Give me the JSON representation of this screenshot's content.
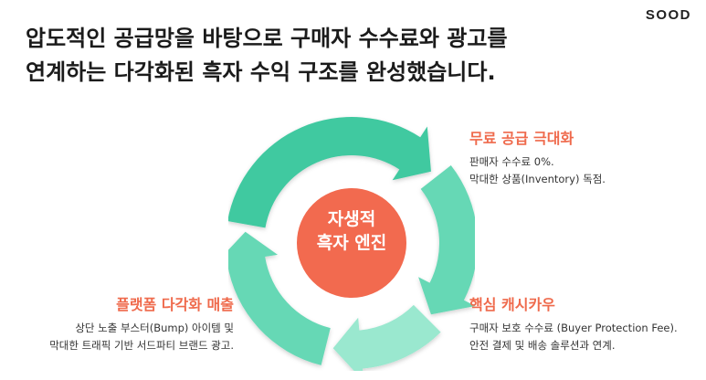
{
  "brand": "SOOD",
  "headline": {
    "line1": "압도적인 공급망을 바탕으로 구매자 수수료와 광고를",
    "line2": "연계하는 다각화된 흑자 수익 구조를 완성했습니다."
  },
  "hub": {
    "line1": "자생적",
    "line2": "흑자 엔진"
  },
  "callouts": {
    "top_right": {
      "title": "무료 공급 극대화",
      "line1": "판매자 수수료 0%.",
      "line2": "막대한 상품(Inventory) 독점."
    },
    "bottom_right": {
      "title": "핵심 캐시카우",
      "line1": "구매자 보호 수수료 (Buyer Protection Fee).",
      "line2": "안전 결제 및 배송 솔루션과 연계."
    },
    "bottom_left": {
      "title": "플랫폼 다각화 매출",
      "line1": "상단 노출 부스터(Bump) 아이템 및",
      "line2": "막대한 트래픽 기반 서드파티 브랜드 광고."
    }
  },
  "colors": {
    "hub": "#f26a4f",
    "arrow_dark": "#3fc9a0",
    "arrow_mid": "#66d8b5",
    "arrow_light": "#9ae8cf",
    "accent_text": "#ef6a4c"
  }
}
